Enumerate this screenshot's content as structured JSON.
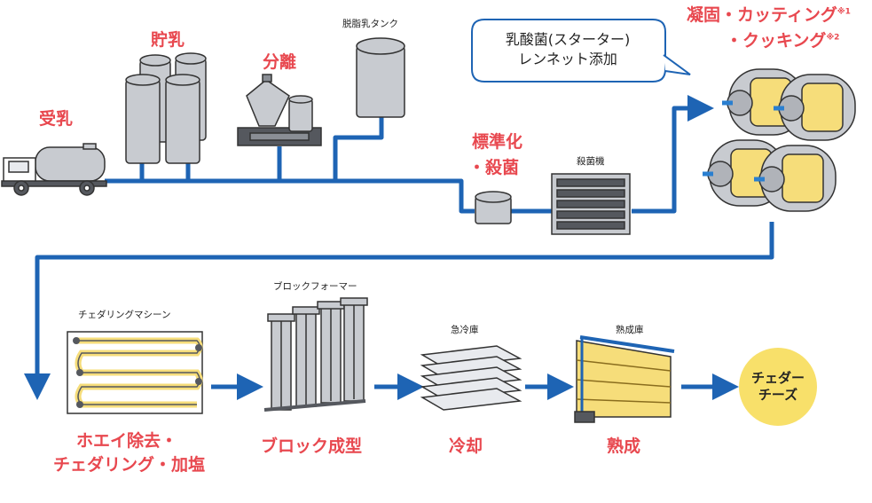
{
  "colors": {
    "flow_line": "#1e64b4",
    "red_label": "#e8484f",
    "machine_fill": "#c8cbd0",
    "machine_dark": "#55585e",
    "cheese": "#f6dd7a",
    "final_circle": "#f8e06a"
  },
  "stages": {
    "reception": "受乳",
    "storage": "貯乳",
    "separation": "分離",
    "standardize_1": "標準化",
    "standardize_2": "・殺菌",
    "coagulation_1": "凝固・カッティング",
    "coagulation_note_1": "※1",
    "coagulation_2": "・クッキング",
    "coagulation_note_2": "※2",
    "whey_1": "ホエイ除去・",
    "whey_2": "チェダリング・加塩",
    "block": "ブロック成型",
    "cooling": "冷却",
    "ripening": "熟成"
  },
  "equipment": {
    "skim_tank": "脱脂乳タンク",
    "sterilizer": "殺菌機",
    "cheddaring_machine": "チェダリングマシーン",
    "block_former": "ブロックフォーマー",
    "rapid_cooler": "急冷庫",
    "ripening_room": "熟成庫"
  },
  "bubble": {
    "line1": "乳酸菌(スターター)",
    "line2": "レンネット添加"
  },
  "product": {
    "line1": "チェダー",
    "line2": "チーズ"
  }
}
